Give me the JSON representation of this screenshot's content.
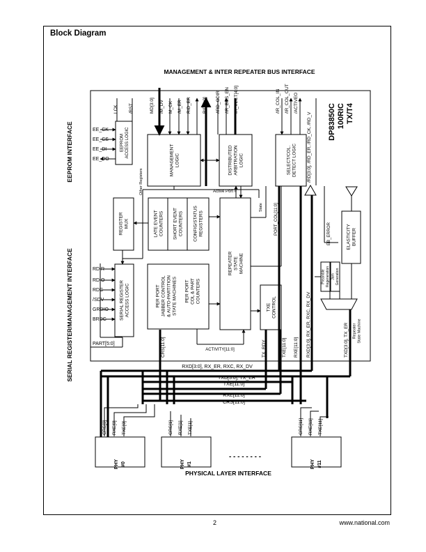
{
  "page": {
    "title": "Block Diagram",
    "page_number": "2",
    "site": "www.national.com"
  },
  "headings": {
    "top_bus": "MANAGEMENT & INTER REPEATER BUS INTERFACE",
    "eeprom": "EEPROM INTERFACE",
    "serial": "SERIAL REGISTER/MANAGEMENT INTERFACE",
    "physical": "PHYSICAL LAYER INTERFACE"
  },
  "chip": {
    "line1": "DP83850C",
    "line2": "100RIC",
    "line3": "TX/T4"
  },
  "blocks": {
    "eeprom_logic": [
      "EEPROM",
      "ACCESS LOGIC"
    ],
    "management_logic": [
      "MANAGEMENT",
      "LOGIC"
    ],
    "distributed_arbitration": [
      "DISTRIBUTED",
      "ARBITRATION",
      "LOGIC"
    ],
    "select_col": [
      "SELECT/COL.",
      "DETECT LOGIC"
    ],
    "register_mux": [
      "REGISTER",
      "MUX"
    ],
    "late_event": [
      "LATE EVENT",
      "COUNTERS"
    ],
    "short_event": [
      "SHORT EVENT",
      "COUNTERS"
    ],
    "config_status": [
      "CONFIG/STATUS",
      "REGISTERS"
    ],
    "repeater_sm": [
      "REPEATER",
      "STATE",
      "MACHINE"
    ],
    "elasticity": [
      "ELASTICITY",
      "BUFFER"
    ],
    "serial_access": [
      "SERIAL REGISTER",
      "ACCESS LOGIC"
    ],
    "per_port_jabber": [
      "PER PORT",
      "JABBER CONTROL",
      "& AUTO-PARTITION",
      "STATE MACHINES"
    ],
    "per_port_col": [
      "PER PORT",
      "COL & PART",
      "COUNTERS"
    ],
    "txe_control": [
      "TXE",
      "CONTROL"
    ],
    "preamble": [
      "Preamble",
      "Regeneration"
    ],
    "jam": [
      "Jam",
      "Generation"
    ],
    "repeater_sm_small": [
      "Repeater",
      "State Machine"
    ]
  },
  "labels": {
    "other_registers": "Other Registers",
    "active_port": "Active Port #",
    "state": "State",
    "port_col": "PORT_COL[11:0]",
    "eb_error": "EB_ERROR",
    "activity": "ACTIVITY[11:0]",
    "crs_bus_v": "CRS[11:0]",
    "txe_bus_v": "TXE[11:0]",
    "rxe_bus_v": "RXE[11:0]",
    "tx_rdy": "TX_RDY",
    "rxd_bus_v": "RXD[3:0], RX_ER, RXC, RX_DV",
    "txd_bus_v": "TXD[3:0], TX_ER",
    "right_signals": "/RD[3:0], /RD_ER, /RD_CK, /RD_V",
    "dots": "- - - - - - - -"
  },
  "top_signals": [
    "LCK",
    "/RST",
    "MD[3:0]",
    "/M_DV",
    "M_CK",
    "/M_ER",
    "RID_ER",
    "RID[4:0]",
    "/IRD_ODIR",
    "/IR_BUS_EN",
    "IR_VECT[4:0]",
    "/IR_COL_IN",
    "/IR_COL_OUT",
    "/ACTIVEO"
  ],
  "eeprom_signals": [
    "EE_CK",
    "EE_CS",
    "EE_DI",
    "EE_DO"
  ],
  "serial_signals": [
    "RDIR",
    "RDIO",
    "RDC",
    "/SDV",
    "GRDIO",
    "BRDC"
  ],
  "part_signal": "PART[5:0]",
  "bus_labels": [
    "RXD[3:0], RX_ER, RXC, RX_DV",
    "TXD[3:0], TX_ER",
    "TXE[11:0]",
    "RXE[11:0]",
    "CRS[11:0]"
  ],
  "phys": [
    {
      "line1": "PHY",
      "line2": "#0",
      "pins": [
        "CRS[0]",
        "RXE[0]",
        "TXE[0]"
      ]
    },
    {
      "line1": "PHY",
      "line2": "#1",
      "pins": [
        "CRS[1]",
        "RXE[1]",
        "TXE[1]"
      ]
    },
    {
      "line1": "PHY",
      "line2": "#11",
      "pins": [
        "CRS[11]",
        "RXE[11]",
        "TXE[11]"
      ]
    }
  ]
}
